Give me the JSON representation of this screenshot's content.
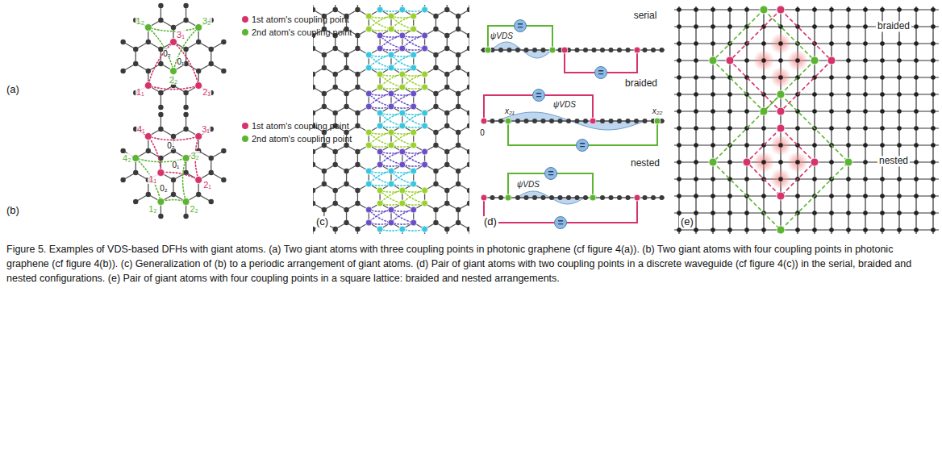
{
  "diagram": {
    "caption": "Figure 5. Examples of VDS-based DFHs with giant atoms. (a) Two giant atoms with three coupling points in photonic graphene (cf figure 4(a)). (b) Two giant atoms with four coupling points in photonic graphene (cf figure 4(b)). (c) Generalization of (b) to a periodic arrangement of giant atoms. (d) Pair of giant atoms with two coupling points in a discrete waveguide (cf figure 4(c)) in the serial, braided and nested configurations. (e) Pair of giant atoms with four coupling points in a square lattice: braided and nested arrangements.",
    "labels": [
      "(a)",
      "(b)",
      "(c)",
      "(d)",
      "(e)",
      "1₂",
      "3₂",
      "3₁",
      "0₂",
      "0₁",
      "1₁",
      "2₂",
      "2₁",
      "4₁",
      "0₂",
      "3₁",
      "0₁",
      "4₂",
      "1₁",
      "3₂",
      "2₁",
      "0₂",
      "1₂",
      "2₂",
      "serial",
      "ψVDS",
      "=",
      "=",
      "braided",
      "0",
      "x₂₁",
      "x₂₂",
      "ψVDS",
      "=",
      "=",
      "nested",
      "ψVDS",
      "=",
      "=",
      "braided",
      "nested"
    ],
    "legend": [
      {
        "text": "1st atom's coupling point",
        "color": "#d6336c"
      },
      {
        "text": "2nd atom's coupling point",
        "color": "#5cb531"
      },
      {
        "text": "1st atom's coupling point",
        "color": "#d6336c"
      },
      {
        "text": "2nd atom's coupling point",
        "color": "#5cb531"
      }
    ]
  }
}
